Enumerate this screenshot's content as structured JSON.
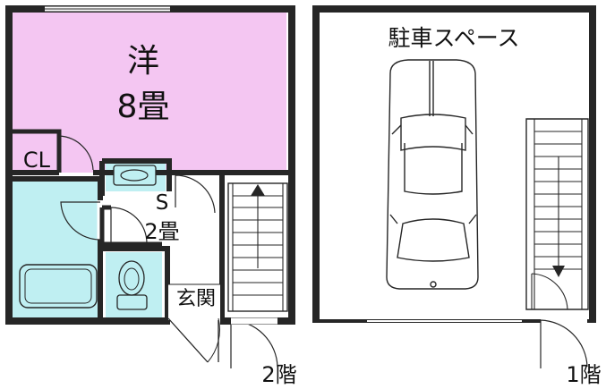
{
  "floor2": {
    "room_name": "洋",
    "room_size": "8畳",
    "closet": "CL",
    "storage_name": "S",
    "storage_size": "2畳",
    "entrance": "玄関",
    "floor_label": "2階"
  },
  "floor1": {
    "parking": "駐車スペース",
    "floor_label": "1階"
  },
  "colors": {
    "room": "#f4c6f2",
    "wet_area": "#bfeff2",
    "wall": "#262626"
  }
}
